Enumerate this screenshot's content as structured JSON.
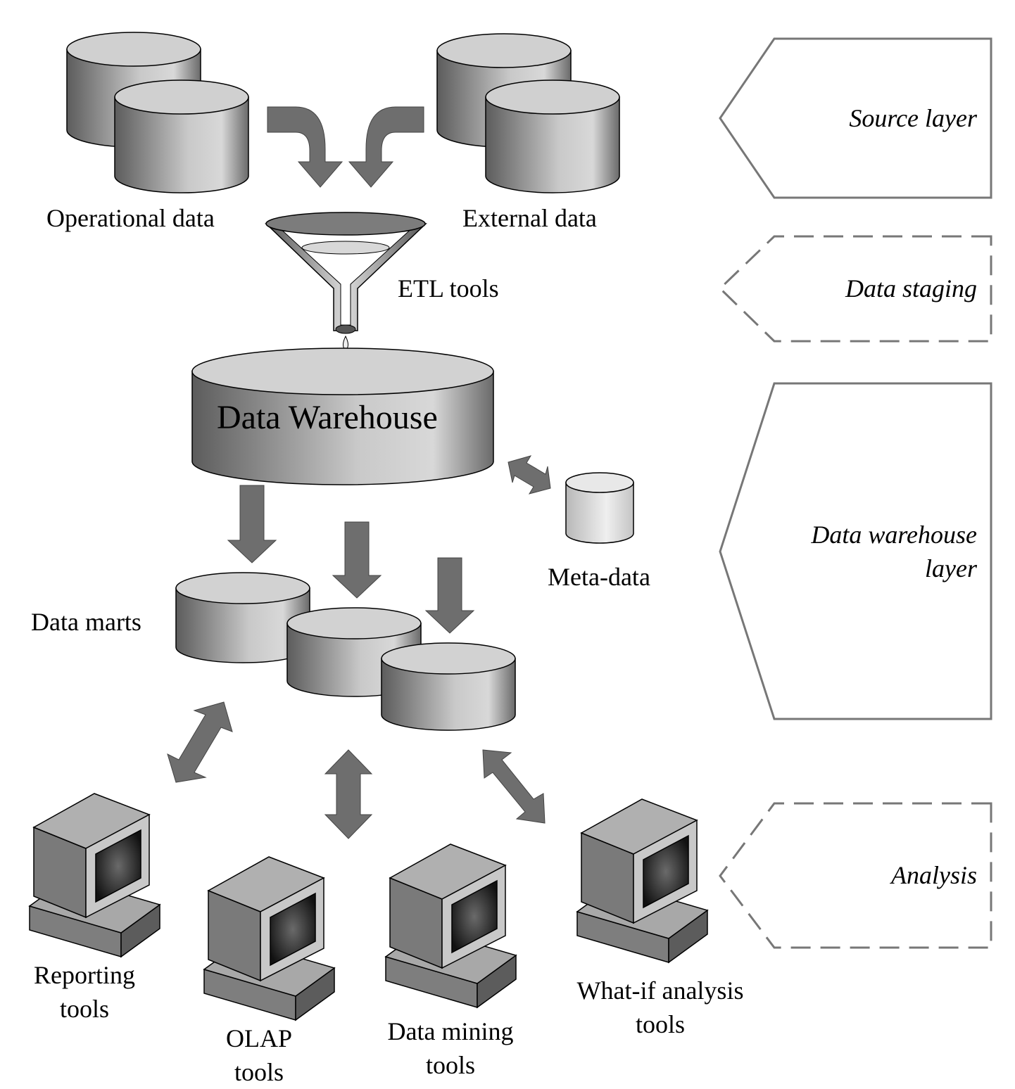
{
  "sources": {
    "operational_label": "Operational data",
    "external_label": "External data"
  },
  "staging": {
    "etl_label": "ETL tools"
  },
  "warehouse": {
    "title": "Data Warehouse",
    "metadata_label": "Meta-data",
    "data_marts_label": "Data marts"
  },
  "analysis_tools": [
    {
      "line1": "Reporting",
      "line2": "tools"
    },
    {
      "line1": "OLAP",
      "line2": "tools"
    },
    {
      "line1": "Data mining",
      "line2": "tools"
    },
    {
      "line1": "What-if analysis",
      "line2": "tools"
    }
  ],
  "layers": [
    {
      "label": "Source layer",
      "style": "solid"
    },
    {
      "label": "Data staging",
      "style": "dashed"
    },
    {
      "line1": "Data warehouse",
      "line2": "layer",
      "style": "solid"
    },
    {
      "label": "Analysis",
      "style": "dashed"
    }
  ],
  "colors": {
    "arrow_fill": "#6e6e6e",
    "cylinder_top": "#d2d2d2",
    "cylinder_dark": "#5a5a5a",
    "cylinder_light": "#cfcfcf",
    "layer_stroke": "#777777",
    "monitor_body": "#9a9a9a"
  }
}
